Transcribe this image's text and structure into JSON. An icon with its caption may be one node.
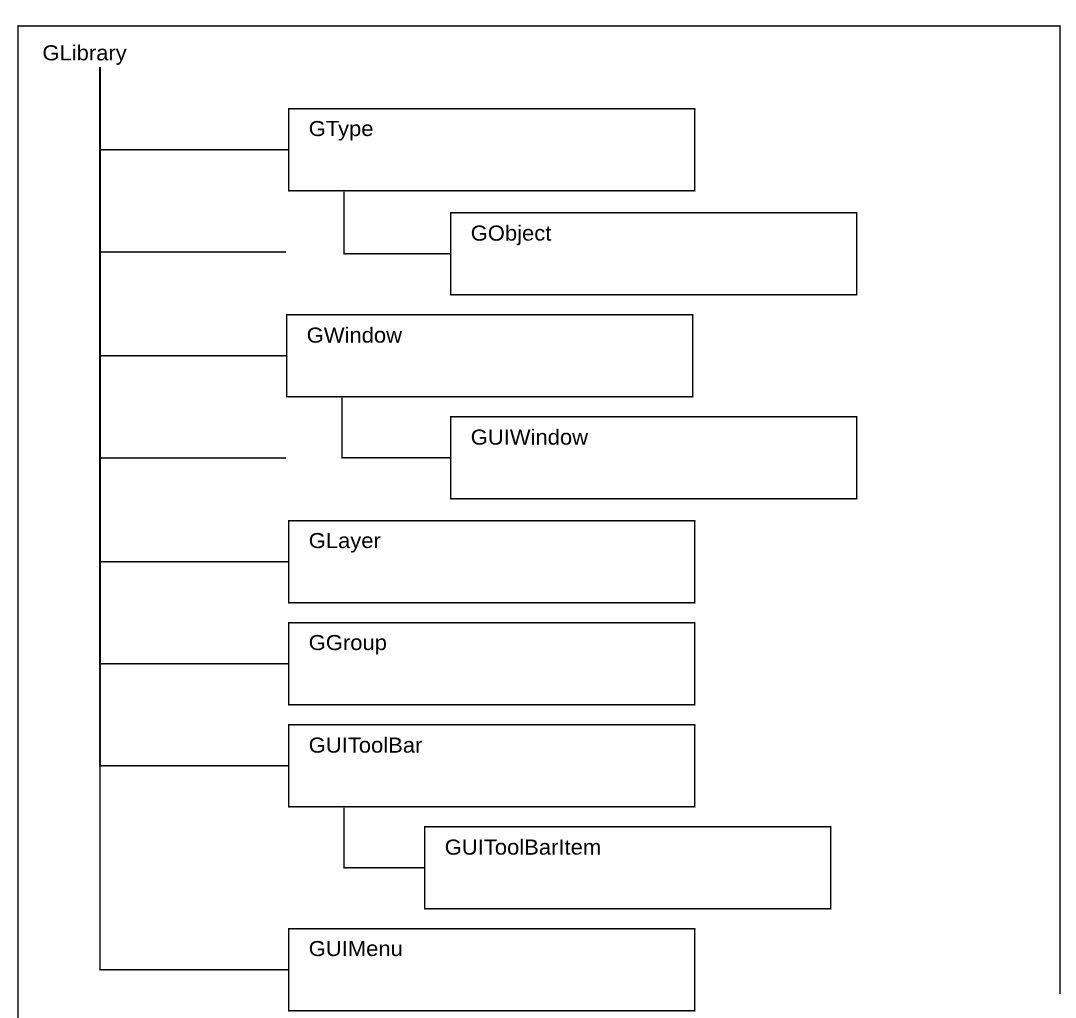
{
  "diagram": {
    "nodes": [
      {
        "text": [
          "GLibrary"
        ]
      },
      {
        "text": [
          "GType"
        ]
      },
      {
        "text": [
          "GObject"
        ]
      },
      {
        "text": [
          "GWindow"
        ]
      },
      {
        "text": [
          "GUIWindow"
        ]
      },
      {
        "text": [
          "GLayer"
        ]
      },
      {
        "text": [
          "GGroup"
        ]
      },
      {
        "text": [
          "GUIToolBar"
        ]
      },
      {
        "text": [
          "GUIToolBarItem"
        ]
      },
      {
        "text": [
          "GUIMenu"
        ]
      }
    ],
    "edges": [
      {
        "from": 0,
        "to": 1,
        "arrow": "none"
      },
      {
        "from": 0,
        "to": null,
        "arrow": "none"
      },
      {
        "from": 1,
        "to": 2,
        "arrow": "none"
      },
      {
        "from": 0,
        "to": 3,
        "arrow": "none"
      },
      {
        "from": 0,
        "to": null,
        "arrow": "none"
      },
      {
        "from": 3,
        "to": 4,
        "arrow": "none"
      },
      {
        "from": 0,
        "to": 5,
        "arrow": "none"
      },
      {
        "from": 0,
        "to": 6,
        "arrow": "none"
      },
      {
        "from": 0,
        "to": 7,
        "arrow": "none"
      },
      {
        "from": 7,
        "to": 8,
        "arrow": "none"
      },
      {
        "from": 0,
        "to": 9,
        "arrow": "none"
      }
    ]
  }
}
